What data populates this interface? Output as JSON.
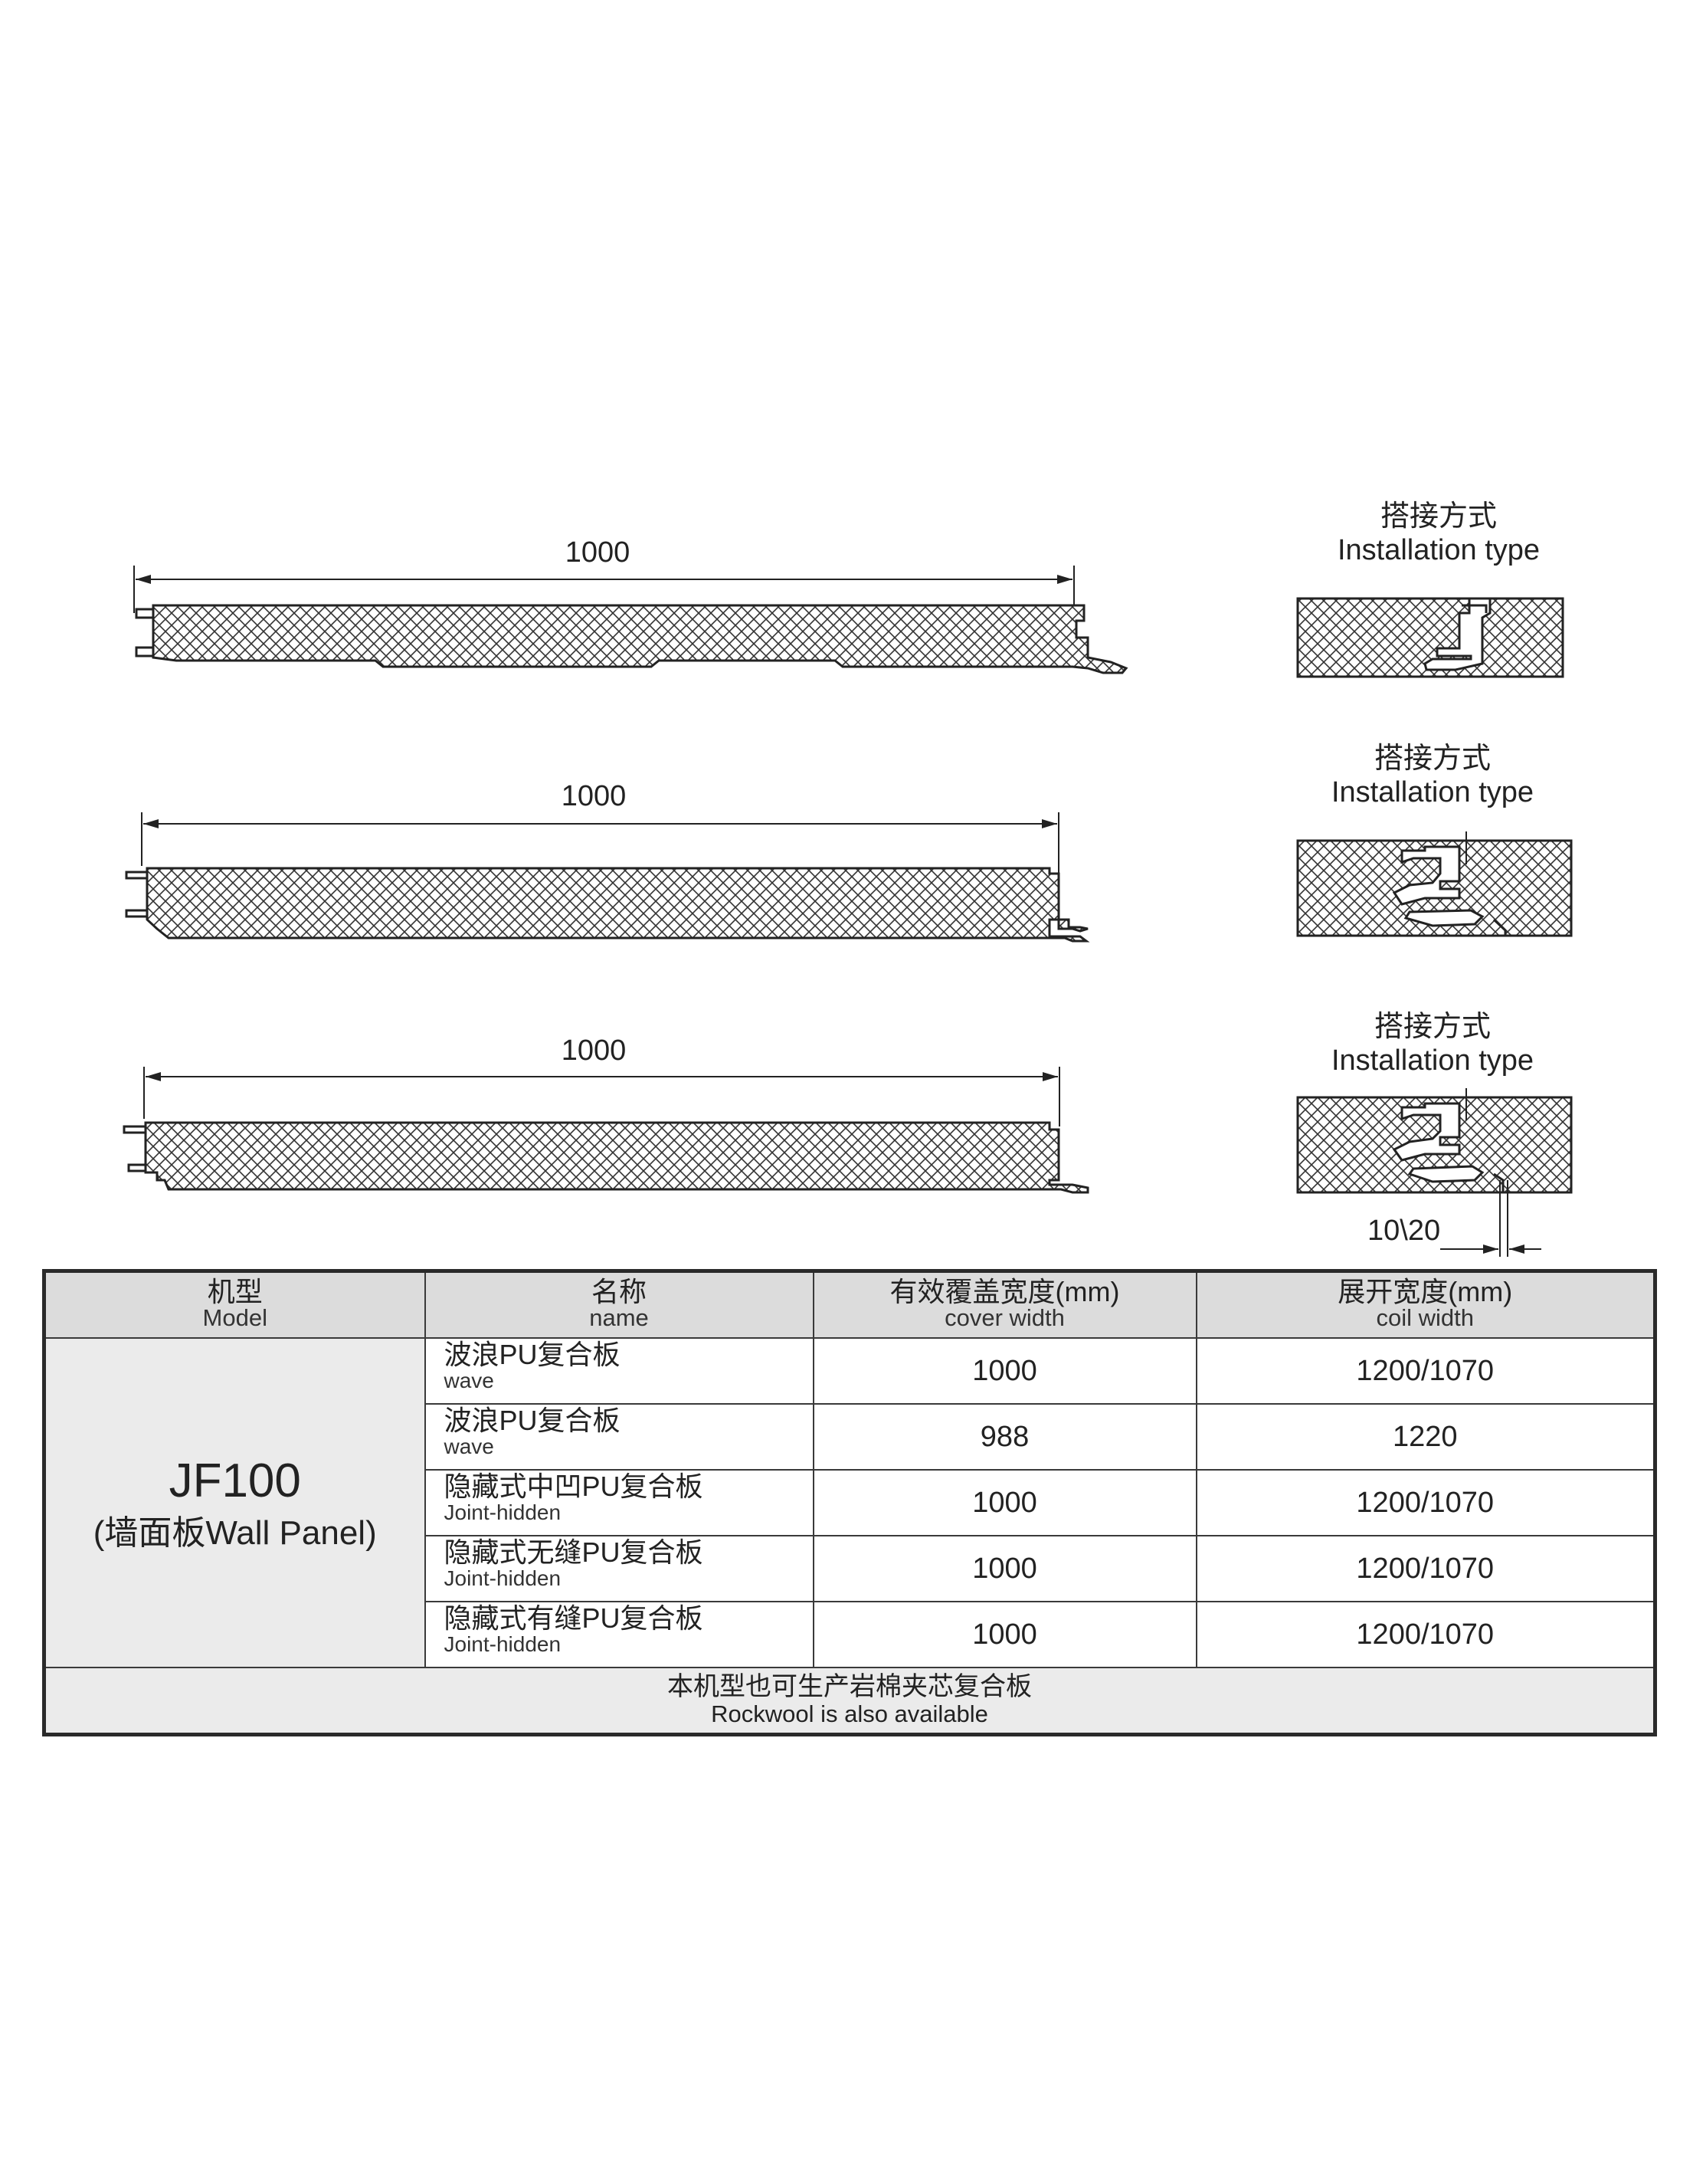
{
  "drawings": {
    "panel_dimension": "1000",
    "installation_title_zh": "搭接方式",
    "installation_title_en": "Installation type",
    "gap_label": "10\\20"
  },
  "table": {
    "headers": [
      {
        "zh": "机型",
        "en": "Model"
      },
      {
        "zh": "名称",
        "en": "name"
      },
      {
        "zh": "有效覆盖宽度(mm)",
        "en": "cover width"
      },
      {
        "zh": "展开宽度(mm)",
        "en": "coil width"
      }
    ],
    "model": {
      "main": "JF100",
      "sub": "(墙面板Wall Panel)"
    },
    "rows": [
      {
        "name_zh": "波浪PU复合板",
        "name_en": "wave",
        "cover": "1000",
        "coil": "1200/1070"
      },
      {
        "name_zh": "波浪PU复合板",
        "name_en": "wave",
        "cover": "988",
        "coil": "1220"
      },
      {
        "name_zh": "隐藏式中凹PU复合板",
        "name_en": "Joint-hidden",
        "cover": "1000",
        "coil": "1200/1070"
      },
      {
        "name_zh": "隐藏式无缝PU复合板",
        "name_en": "Joint-hidden",
        "cover": "1000",
        "coil": "1200/1070"
      },
      {
        "name_zh": "隐藏式有缝PU复合板",
        "name_en": "Joint-hidden",
        "cover": "1000",
        "coil": "1200/1070"
      }
    ],
    "footer": {
      "zh": "本机型也可生产岩棉夹芯复合板",
      "en": "Rockwool is also available"
    }
  }
}
